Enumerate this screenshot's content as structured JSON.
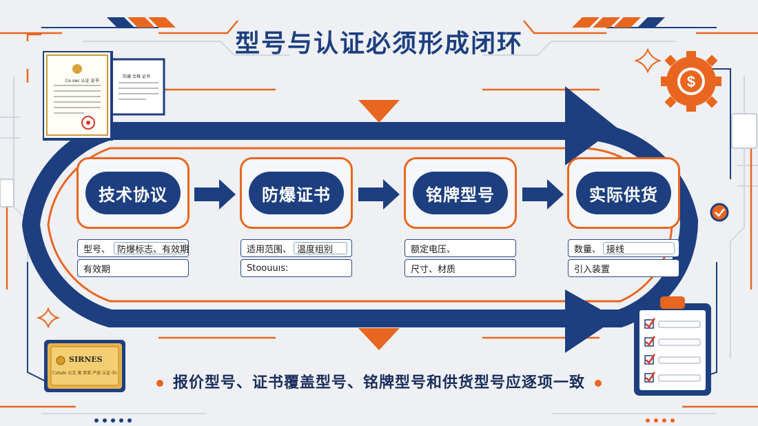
{
  "title": "型号与认证必须形成闭环",
  "colors": {
    "navy": "#1d3f80",
    "orange": "#e8661f",
    "background": "#eef0f4"
  },
  "stages": [
    {
      "label": "技术协议",
      "fields": [
        {
          "main": "型号、",
          "inner": "防爆标志、有效期"
        },
        {
          "main": "有效期",
          "inner": ""
        }
      ]
    },
    {
      "label": "防爆证书",
      "fields": [
        {
          "main": "适用范围、",
          "inner": "温度组别"
        },
        {
          "main": "Stoouuıs:",
          "inner": ""
        }
      ]
    },
    {
      "label": "铭牌型号",
      "fields": [
        {
          "main": "额定电压、",
          "inner": ""
        },
        {
          "main": "尺寸、材质",
          "inner": ""
        }
      ]
    },
    {
      "label": "实际供货",
      "fields": [
        {
          "main": "数量、",
          "inner": "接线"
        },
        {
          "main": "引入装置",
          "inner": ""
        }
      ]
    }
  ],
  "bottom_note": "报价型号、证书覆盖型号、铭牌型号和供货型号应逐项一致",
  "plaque": {
    "title": "SIRNES",
    "subtitle": "Cɑtiⅆe 公文 美 亚亚 产品 认证 中心"
  },
  "certificate": {
    "heading": "Cɑᵢ ɑɴɛ 认证 证书",
    "second_heading": "防爆 合格 证书"
  },
  "icons": {
    "gear": "gear-dollar-icon",
    "clipboard": "checklist-clipboard-icon",
    "badge": "check-badge-icon",
    "sparkle": "sparkle-icon"
  }
}
